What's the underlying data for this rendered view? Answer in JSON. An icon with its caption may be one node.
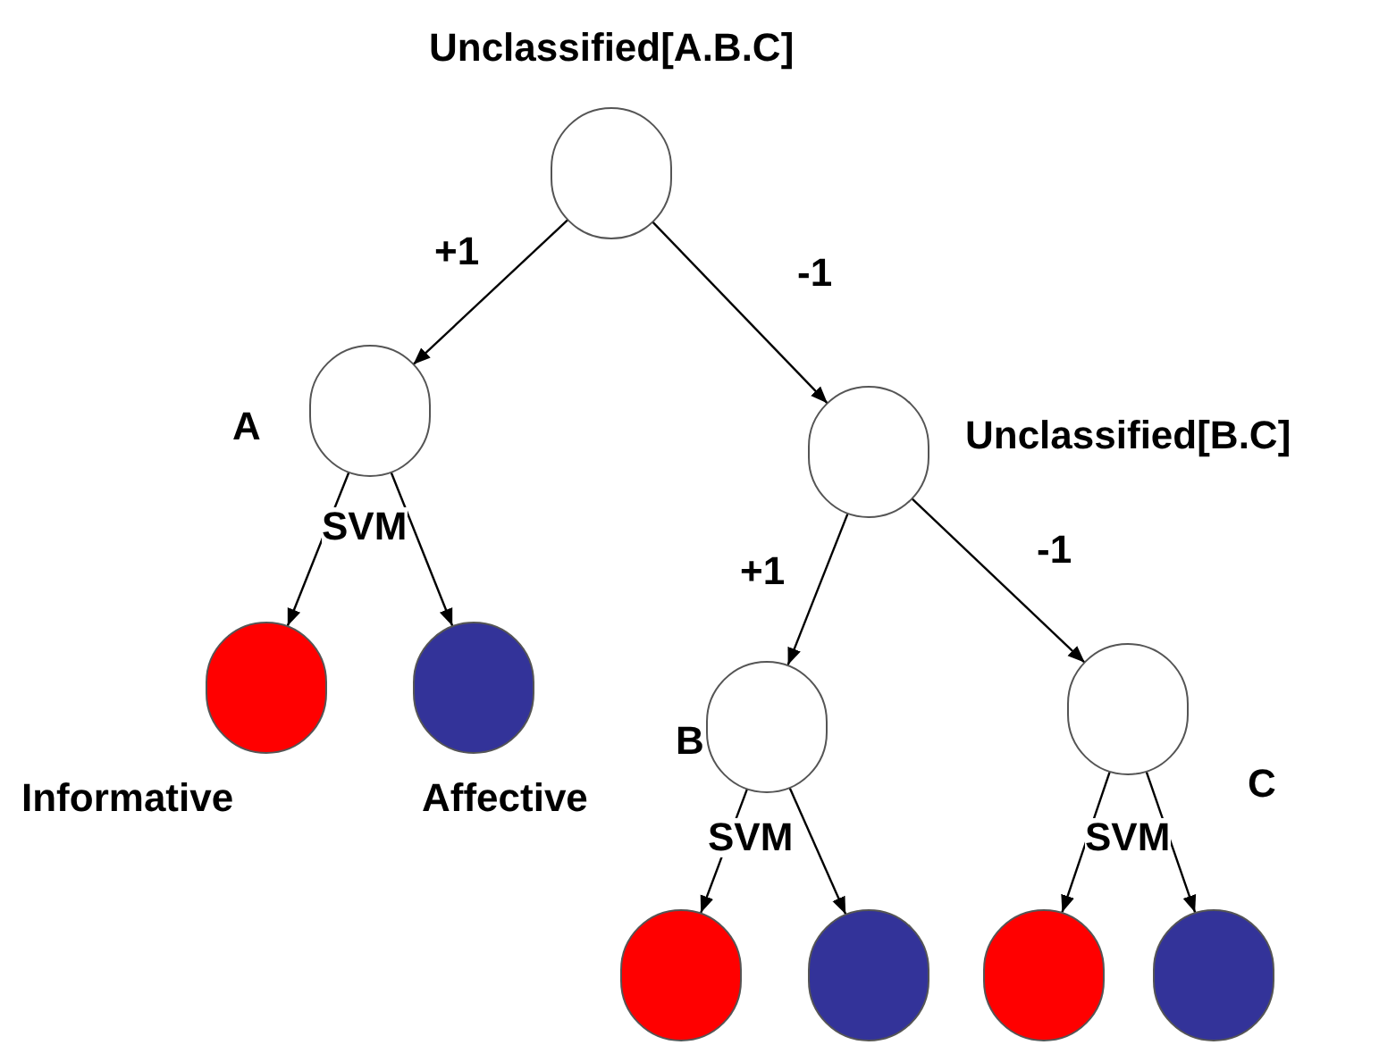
{
  "diagram": {
    "nodes": [
      {
        "text": [],
        "shape": "circle",
        "beside": [
          "Unclassified[A.B.C]"
        ]
      },
      {
        "text": [],
        "shape": "circle",
        "beside": [
          "A",
          "SVM"
        ]
      },
      {
        "text": [],
        "shape": "circle",
        "beside": [
          "Unclassified[B.C]"
        ]
      },
      {
        "text": [],
        "shape": "circle",
        "beside": [
          "Informative"
        ]
      },
      {
        "text": [],
        "shape": "circle",
        "beside": [
          "Affective"
        ]
      },
      {
        "text": [],
        "shape": "circle",
        "beside": [
          "B",
          "SVM"
        ]
      },
      {
        "text": [],
        "shape": "circle",
        "beside": [
          "C",
          "SVM"
        ]
      },
      {
        "text": [],
        "shape": "circle"
      },
      {
        "text": [],
        "shape": "circle"
      },
      {
        "text": [],
        "shape": "circle"
      },
      {
        "text": [],
        "shape": "circle"
      }
    ],
    "edges": [
      {
        "from": 0,
        "to": 1,
        "arrow": "to",
        "label": "+1"
      },
      {
        "from": 0,
        "to": 2,
        "arrow": "to",
        "label": "-1"
      },
      {
        "from": 1,
        "to": 3,
        "arrow": "to"
      },
      {
        "from": 1,
        "to": 4,
        "arrow": "to"
      },
      {
        "from": 2,
        "to": 5,
        "arrow": "to",
        "label": "+1"
      },
      {
        "from": 2,
        "to": 6,
        "arrow": "to",
        "label": "-1"
      },
      {
        "from": 5,
        "to": 7,
        "arrow": "to"
      },
      {
        "from": 5,
        "to": 8,
        "arrow": "to"
      },
      {
        "from": 6,
        "to": 9,
        "arrow": "to"
      },
      {
        "from": 6,
        "to": 10,
        "arrow": "to"
      }
    ]
  }
}
